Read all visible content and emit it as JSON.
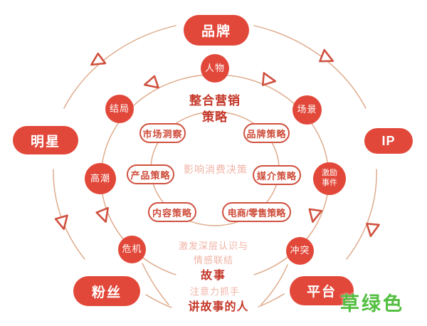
{
  "colors": {
    "node_fill": "#E2483A",
    "node_text": "#FFFFFF",
    "outline_red": "#D0503E",
    "strong_text": "#C43628",
    "faint_text": "#F0B3A6",
    "arc_line": "#DDA685",
    "watermark_green": "#52BE3F"
  },
  "outer_ring": {
    "brand": "品牌",
    "star": "明星",
    "ip": "IP",
    "fans": "粉丝",
    "platform": "平台"
  },
  "story_ring": {
    "character": "人物",
    "ending": "结局",
    "scene": "场景",
    "climax": "高潮",
    "inciting_incident": "激励\n事件",
    "crisis": "危机",
    "conflict": "冲突"
  },
  "strategy_ring": {
    "market_insight": "市场洞察",
    "brand_strategy": "品牌策略",
    "product_strategy": "产品策略",
    "media_strategy": "媒介策略",
    "content_strategy": "内容策略",
    "ecommerce_retail_strategy": "电商/零售策略"
  },
  "center": {
    "top_title": "整合营销\n策略",
    "inner_caption": "影响消费决策",
    "mid_caption": "激发深层认识与\n情感联结",
    "story_title": "故事",
    "attention_caption": "注意力抓手",
    "storyteller_title": "讲故事的人"
  },
  "watermark": {
    "text": "草绿色"
  }
}
